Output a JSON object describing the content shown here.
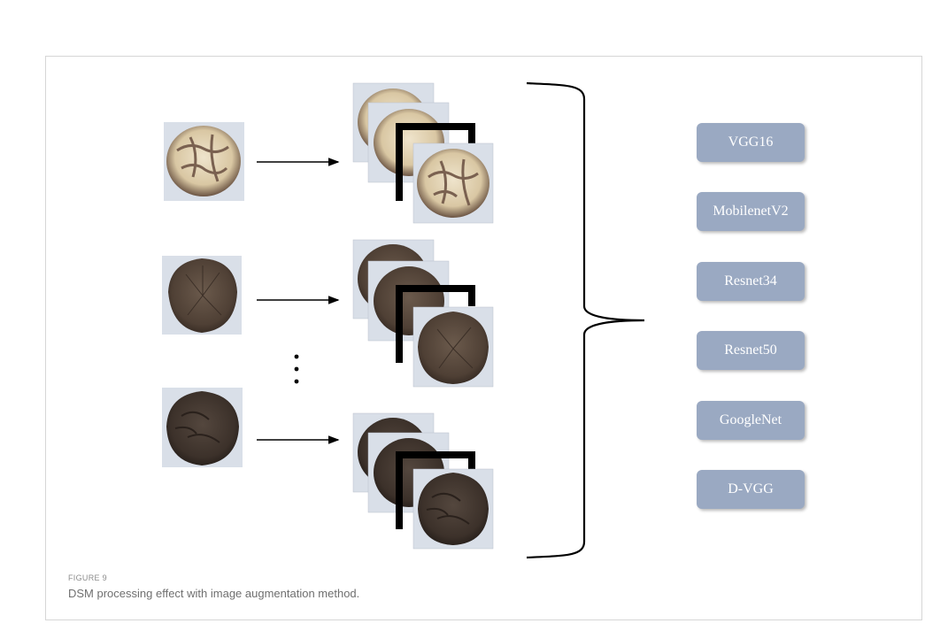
{
  "figure": {
    "label": "FIGURE 9",
    "caption": "DSM processing effect with image augmentation method."
  },
  "models": [
    {
      "label": "VGG16"
    },
    {
      "label": "MobilenetV2"
    },
    {
      "label": "Resnet34"
    },
    {
      "label": "Resnet50"
    },
    {
      "label": "GoogleNet"
    },
    {
      "label": "D-VGG"
    }
  ],
  "colors": {
    "model_box": "#9aa9c2",
    "tile_background": "#d9dfe8",
    "mushroom_light": "#e9dcc2",
    "mushroom_dark": "#4a3f37"
  }
}
